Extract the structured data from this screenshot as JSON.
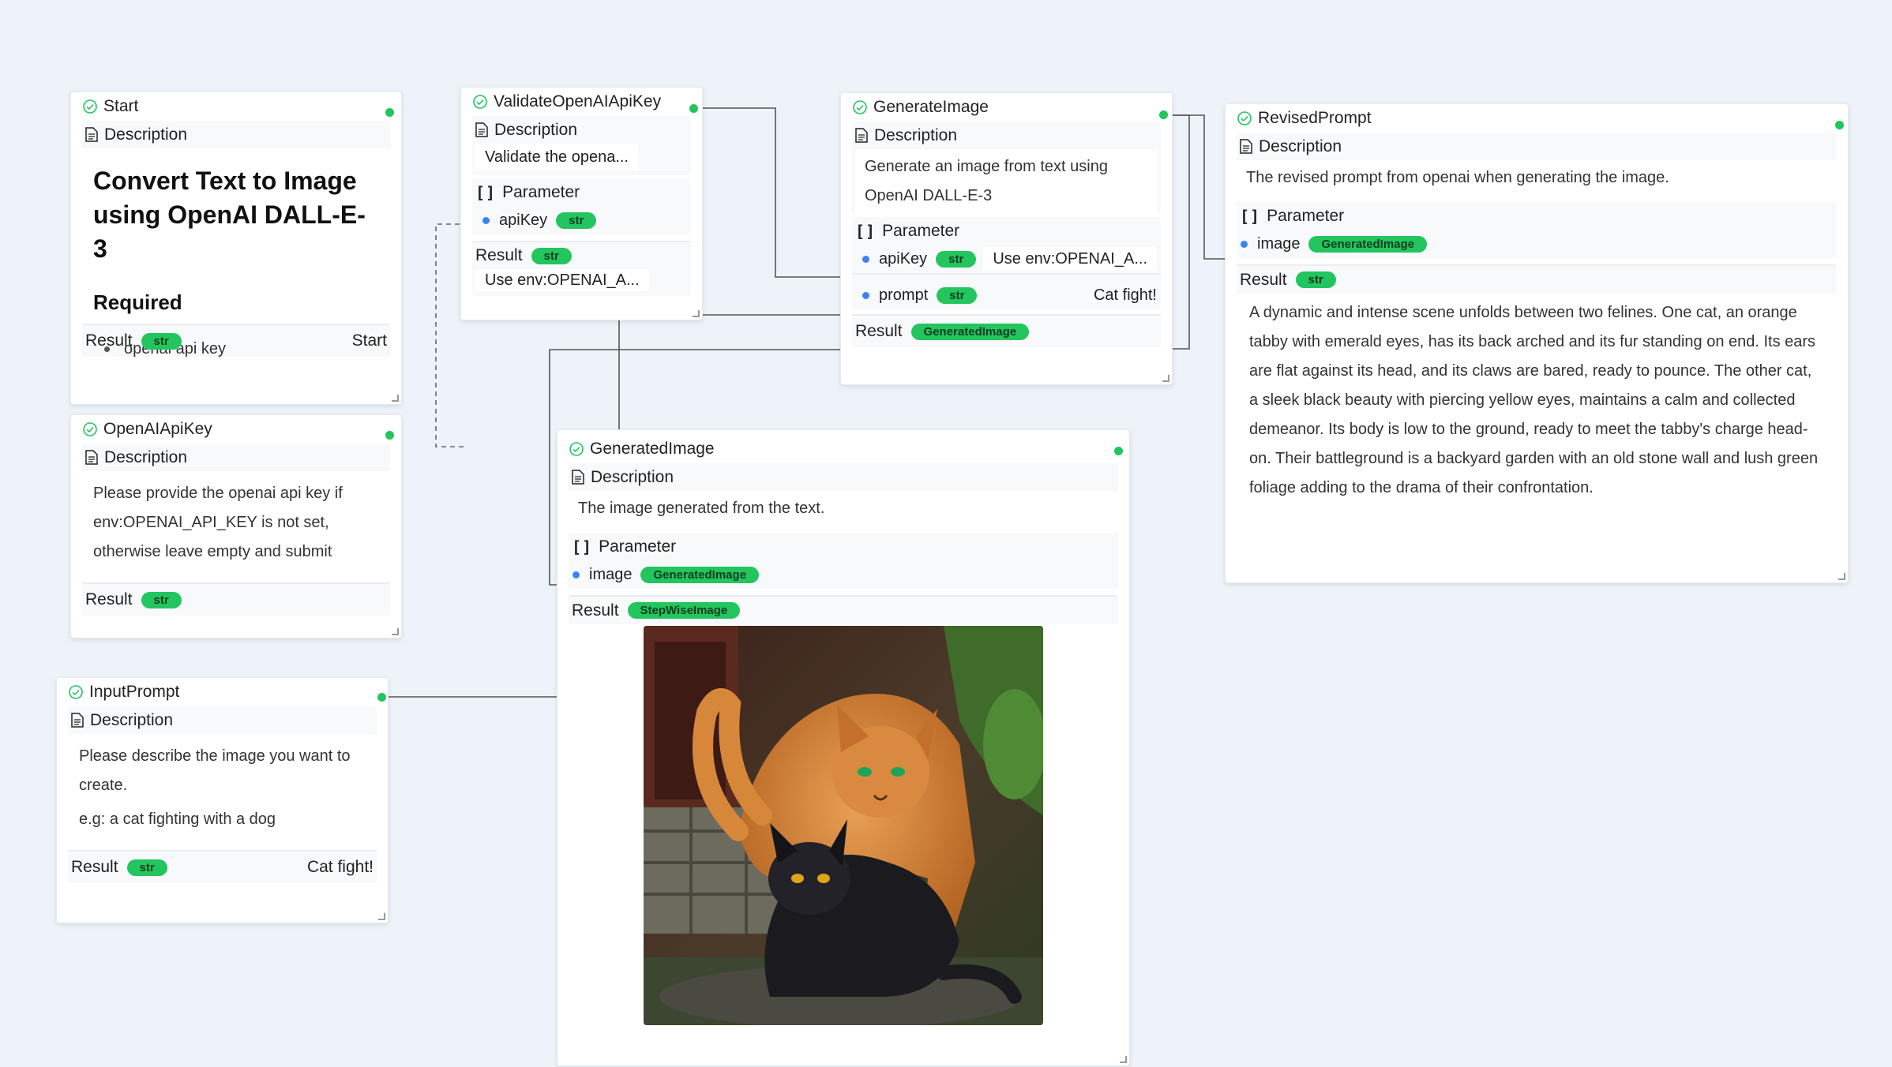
{
  "colors": {
    "accent_green": "#22c55e",
    "pin_blue": "#3b82f6",
    "canvas_bg": "#eef3f9",
    "wire": "#555555"
  },
  "labels": {
    "description": "Description",
    "parameter": "Parameter",
    "result": "Result"
  },
  "icons": {
    "status": "check-circle-icon",
    "doc": "document-icon",
    "param": "brackets-icon"
  },
  "start": {
    "title": "Start",
    "heading": "Convert Text to Image using OpenAI DALL-E-3",
    "required": "Required",
    "bullet": "openai api key",
    "result_type": "str",
    "result_value": "Start"
  },
  "openai_key": {
    "title": "OpenAIApiKey",
    "description": "Please provide the openai api key if env:OPENAI_API_KEY is not set, otherwise leave empty and submit",
    "result_type": "str"
  },
  "input_prompt": {
    "title": "InputPrompt",
    "description_line1": "Please describe the image you want to create.",
    "description_line2": "e.g: a cat fighting with a dog",
    "result_type": "str",
    "result_value": "Cat fight!"
  },
  "validate": {
    "title": "ValidateOpenAIApiKey",
    "description": "Validate the opena...",
    "param_name": "apiKey",
    "param_type": "str",
    "result_type": "str",
    "result_value": "Use env:OPENAI_A..."
  },
  "generate": {
    "title": "GenerateImage",
    "description": "Generate an image from text using OpenAI DALL-E-3",
    "params": [
      {
        "name": "apiKey",
        "type": "str",
        "value": "Use env:OPENAI_A..."
      },
      {
        "name": "prompt",
        "type": "str",
        "value": "Cat fight!"
      }
    ],
    "result_type": "GeneratedImage"
  },
  "generated": {
    "title": "GeneratedImage",
    "description": "The image generated from the text.",
    "param_name": "image",
    "param_type": "GeneratedImage",
    "result_type": "StepWiseImage"
  },
  "revised": {
    "title": "RevisedPrompt",
    "description": "The revised prompt from openai when generating the image.",
    "param_name": "image",
    "param_type": "GeneratedImage",
    "result_type": "str",
    "result_text": "A dynamic and intense scene unfolds between two felines. One cat, an orange tabby with emerald eyes, has its back arched and its fur standing on end. Its ears are flat against its head, and its claws are bared, ready to pounce. The other cat, a sleek black beauty with piercing yellow eyes, maintains a calm and collected demeanor. Its body is low to the ground, ready to meet the tabby's charge head-on. Their battleground is a backyard garden with an old stone wall and lush green foliage adding to the drama of their confrontation."
  }
}
